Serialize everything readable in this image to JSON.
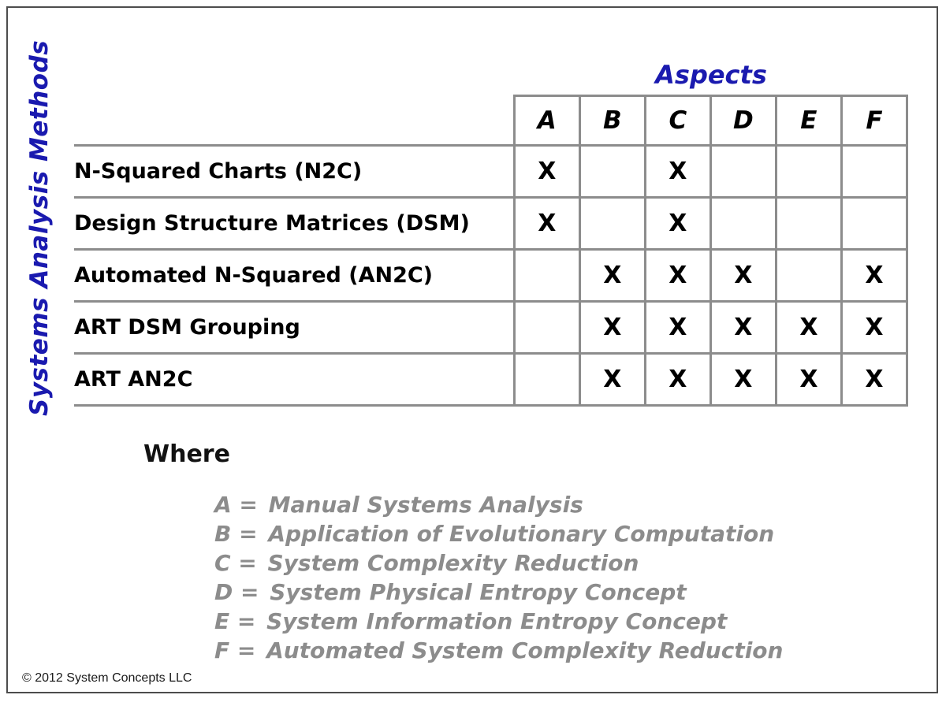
{
  "slide": {
    "y_axis_title": "Systems Analysis Methods",
    "aspects_title": "Aspects",
    "where_heading": "Where",
    "footer": "© 2012 System Concepts LLC"
  },
  "colors": {
    "accent_blue": "#1a1aaf",
    "grid_gray": "#8c8c8c",
    "legend_gray": "#8c8c8c",
    "frame_gray": "#4d4d4d",
    "text_black": "#000000"
  },
  "chart_data": {
    "type": "table",
    "title": "Systems Analysis Methods vs Aspects",
    "xlabel": "Aspects",
    "ylabel": "Systems Analysis Methods",
    "columns": [
      "A",
      "B",
      "C",
      "D",
      "E",
      "F"
    ],
    "mark": "X",
    "rows": [
      {
        "label": "N-Squared Charts (N2C)",
        "marks": [
          "X",
          "",
          "X",
          "",
          "",
          ""
        ]
      },
      {
        "label": "Design Structure Matrices (DSM)",
        "marks": [
          "X",
          "",
          "X",
          "",
          "",
          ""
        ]
      },
      {
        "label": "Automated N-Squared (AN2C)",
        "marks": [
          "",
          "X",
          "X",
          "X",
          "",
          "X"
        ]
      },
      {
        "label": "ART DSM Grouping",
        "marks": [
          "",
          "X",
          "X",
          "X",
          "X",
          "X"
        ]
      },
      {
        "label": "ART AN2C",
        "marks": [
          "",
          "X",
          "X",
          "X",
          "X",
          "X"
        ]
      }
    ]
  },
  "legend": [
    {
      "key": "A =",
      "text": "Manual Systems Analysis"
    },
    {
      "key": "B =",
      "text": "Application of Evolutionary Computation"
    },
    {
      "key": "C =",
      "text": "System Complexity Reduction"
    },
    {
      "key": "D =",
      "text": "System Physical Entropy Concept"
    },
    {
      "key": "E =",
      "text": "System Information Entropy Concept"
    },
    {
      "key": "F =",
      "text": "Automated System Complexity Reduction"
    }
  ]
}
